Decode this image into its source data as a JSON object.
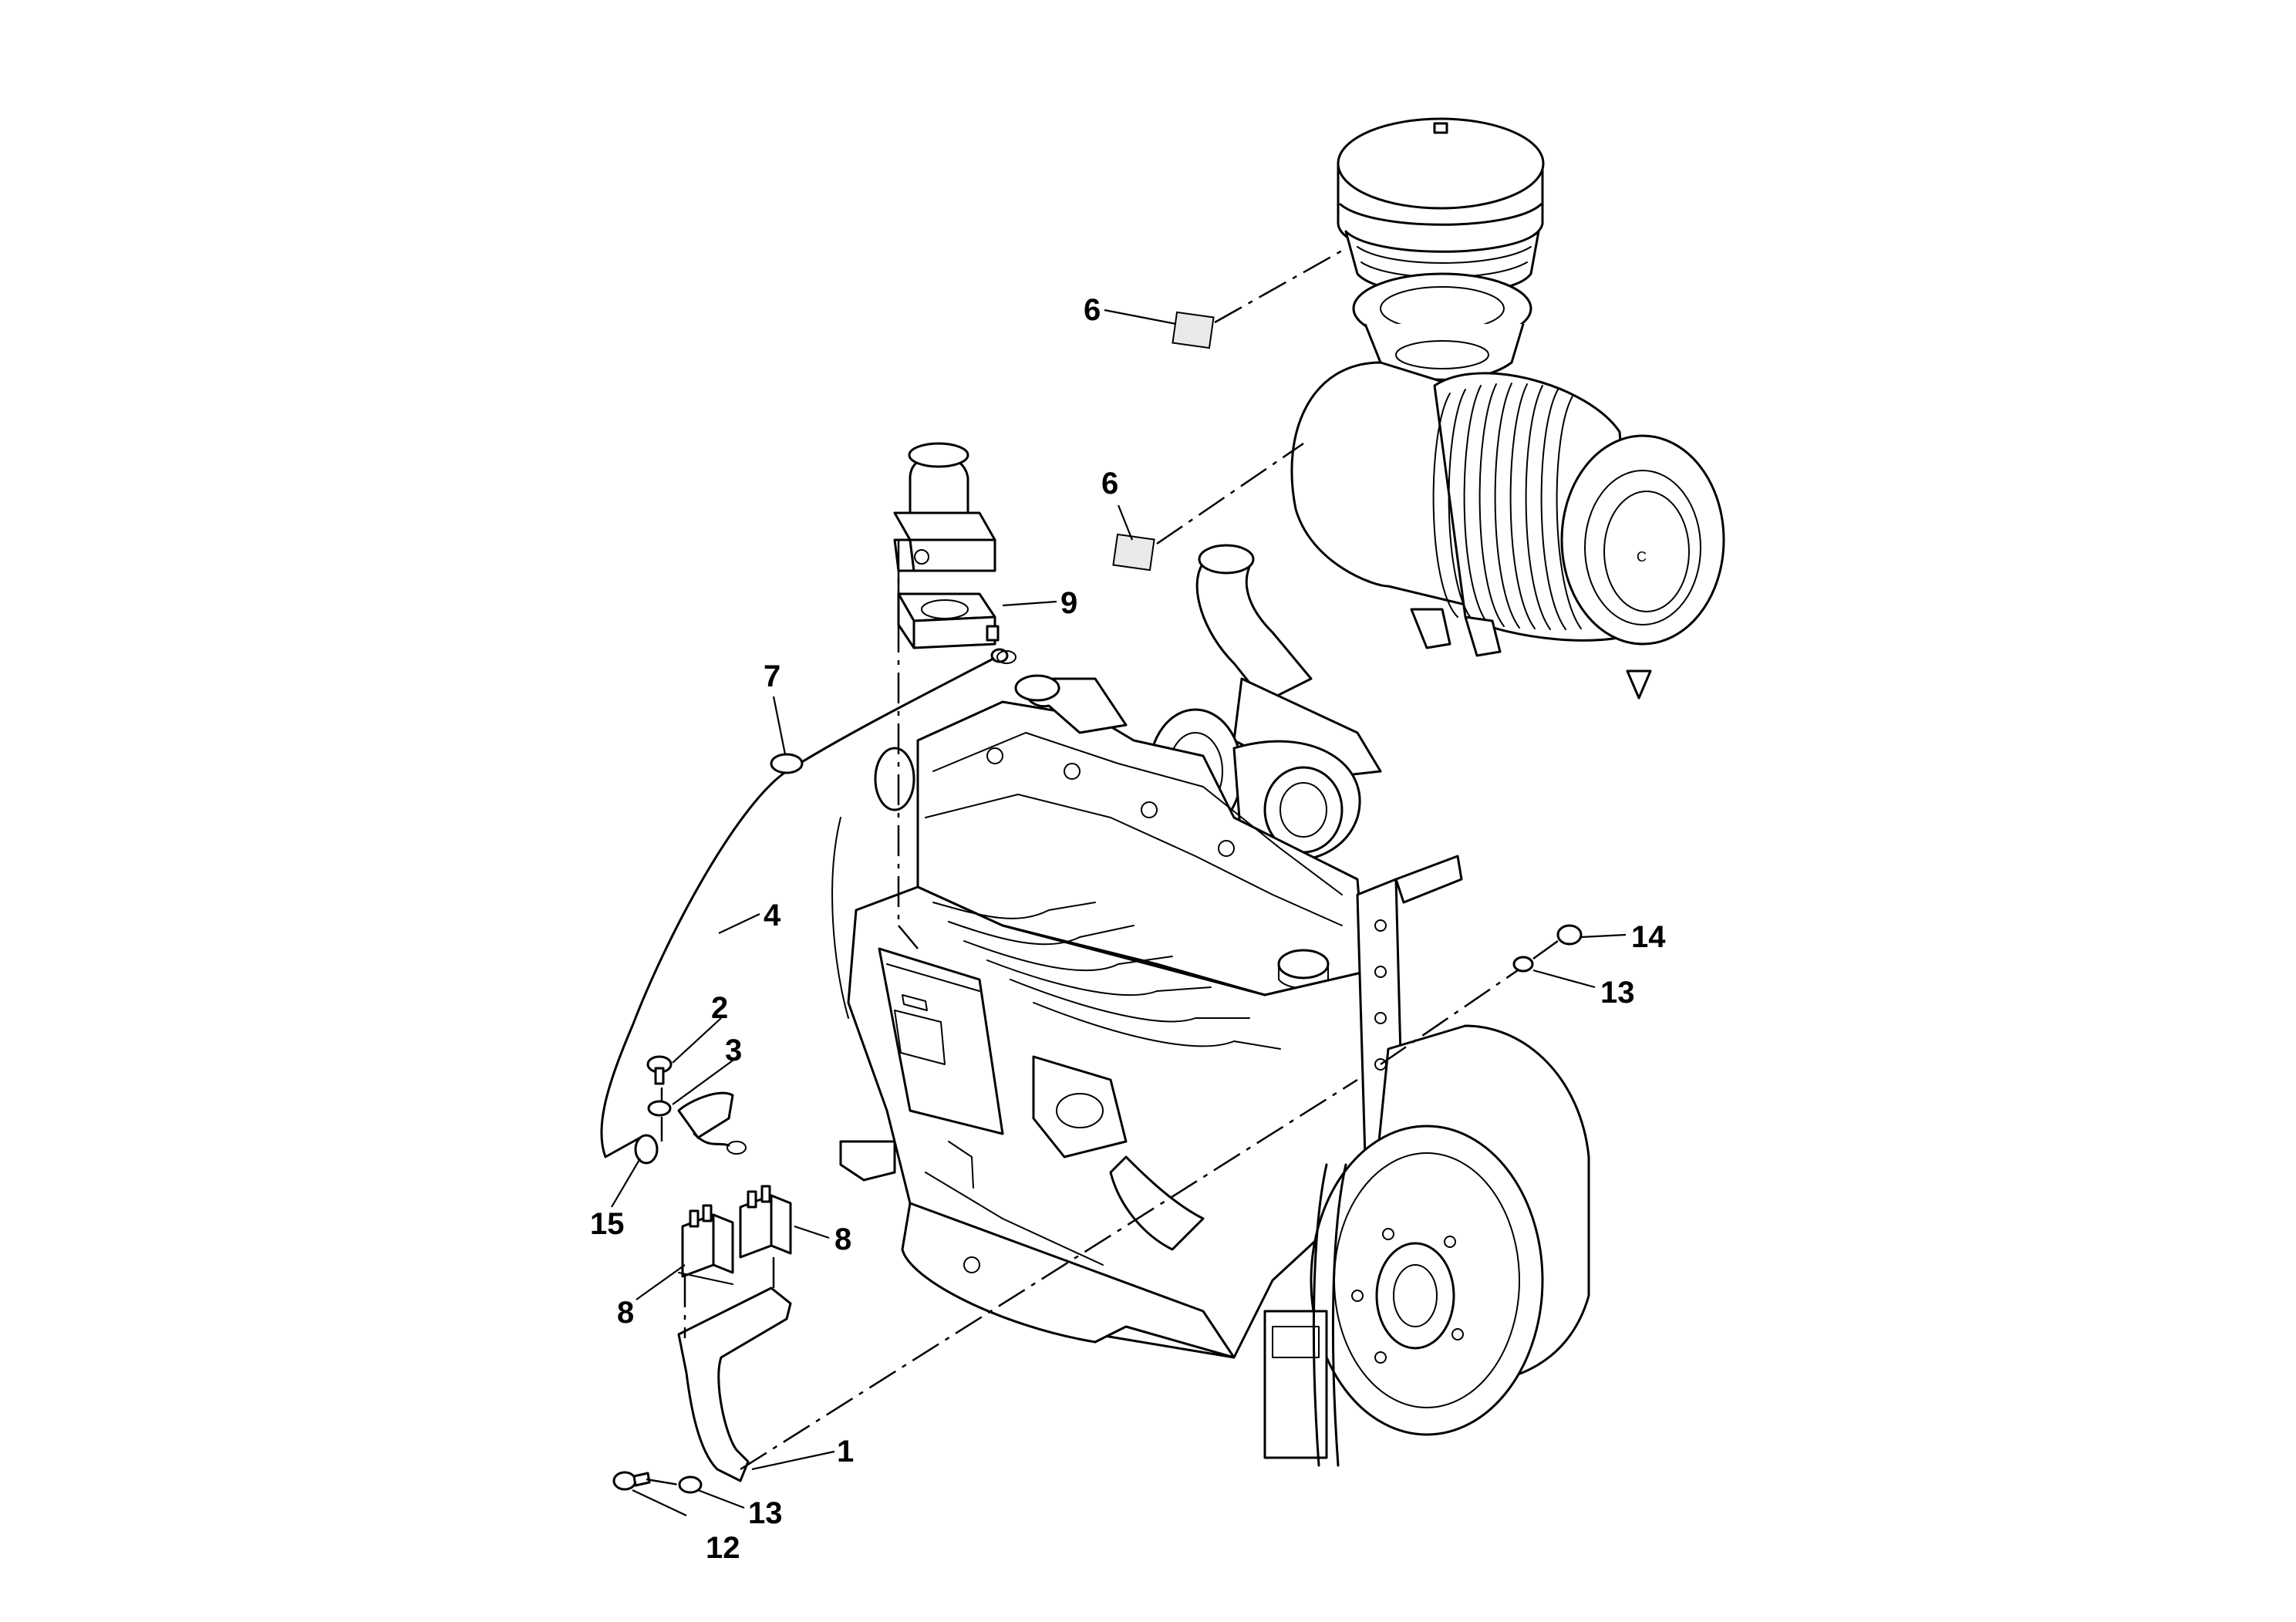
{
  "callouts": [
    {
      "id": "c1",
      "label": "1"
    },
    {
      "id": "c2",
      "label": "2"
    },
    {
      "id": "c3",
      "label": "3"
    },
    {
      "id": "c4",
      "label": "4"
    },
    {
      "id": "c6a",
      "label": "6"
    },
    {
      "id": "c6b",
      "label": "6"
    },
    {
      "id": "c7",
      "label": "7"
    },
    {
      "id": "c8a",
      "label": "8"
    },
    {
      "id": "c8b",
      "label": "8"
    },
    {
      "id": "c9",
      "label": "9"
    },
    {
      "id": "c12",
      "label": "12"
    },
    {
      "id": "c13a",
      "label": "13"
    },
    {
      "id": "c13b",
      "label": "13"
    },
    {
      "id": "c14",
      "label": "14"
    },
    {
      "id": "c15",
      "label": "15"
    }
  ],
  "labels": {
    "air_cleaner_mark": "C"
  }
}
